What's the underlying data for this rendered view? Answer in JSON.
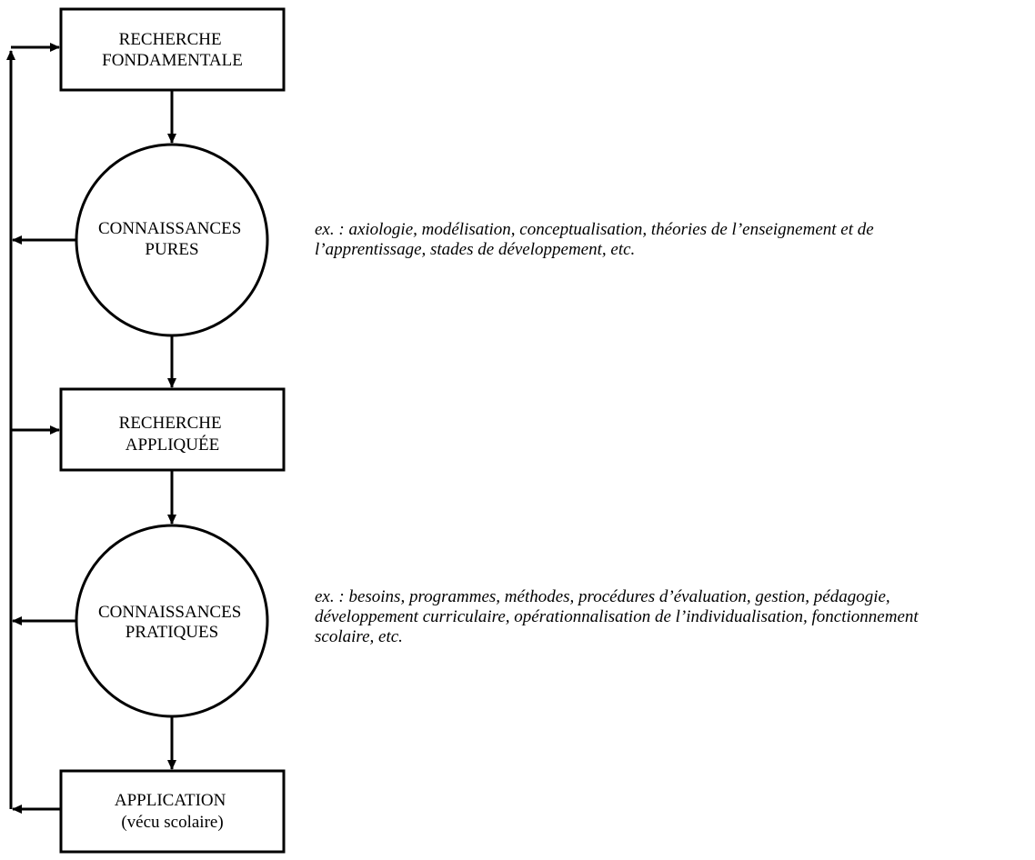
{
  "nodes": {
    "recherche_fondamentale": [
      "RECHERCHE",
      "FONDAMENTALE"
    ],
    "connaissances_pures": [
      "CONNAISSANCES",
      "PURES"
    ],
    "recherche_appliquee": [
      "RECHERCHE",
      "APPLIQUÉE"
    ],
    "connaissances_pratiques": [
      "CONNAISSANCES",
      "PRATIQUES"
    ],
    "application": [
      "APPLICATION",
      "(vécu scolaire)"
    ]
  },
  "notes": {
    "pures": [
      "ex. : axiologie, modélisation, conceptualisation, théories de l’enseignement et de",
      "l’apprentissage, stades de développement, etc."
    ],
    "pratiques": [
      "ex. : besoins, programmes, méthodes, procédures d’évaluation, gestion, pédagogie,",
      "développement curriculaire, opérationnalisation de l’individualisation, fonctionnement",
      "scolaire, etc."
    ]
  },
  "colors": {
    "stroke": "#000000",
    "background": "#ffffff"
  }
}
